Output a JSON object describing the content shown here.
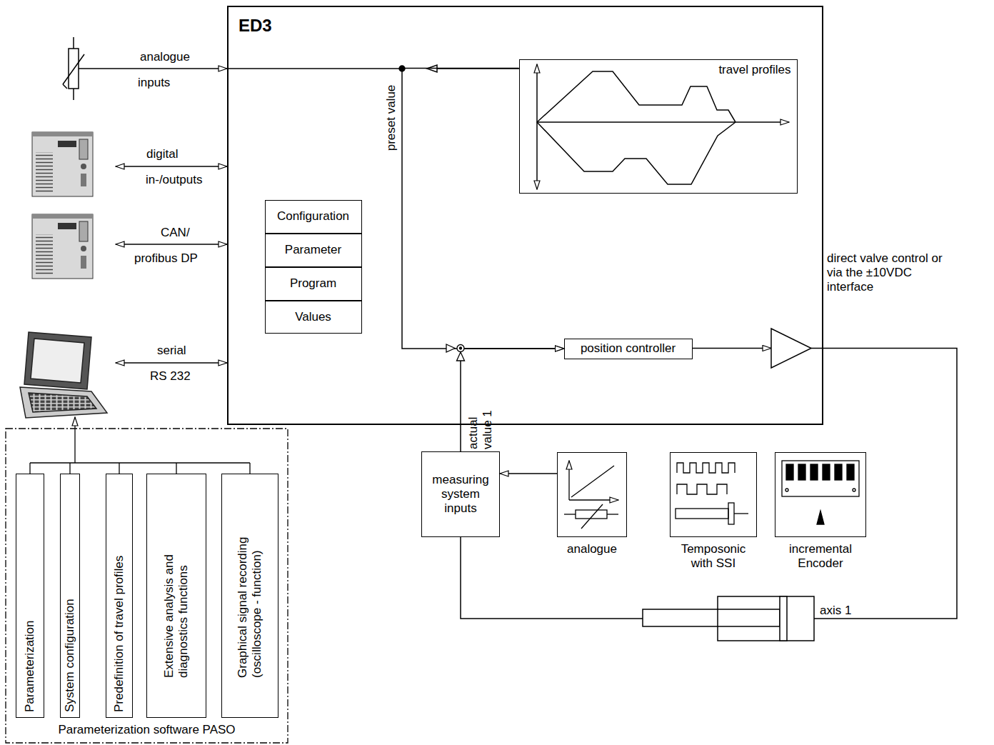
{
  "diagram": {
    "nodes": [
      {
        "text": [
          "ED3"
        ]
      },
      {
        "text": [
          "Configuration"
        ],
        "in": 0
      },
      {
        "text": [
          "Parameter"
        ],
        "in": 0
      },
      {
        "text": [
          "Program"
        ],
        "in": 0
      },
      {
        "text": [
          "Values"
        ],
        "in": 0
      },
      {
        "text": [
          "travel profiles"
        ],
        "in": 0
      },
      {
        "text": [
          "position controller"
        ],
        "in": 0
      },
      {
        "text": [
          "measuring system inputs"
        ]
      },
      {
        "text": [
          "analogue"
        ]
      },
      {
        "text": [
          "Temposonic with SSI"
        ]
      },
      {
        "text": [
          "incremental Encoder"
        ]
      },
      {
        "text": [
          "Parameterization software PASO"
        ]
      },
      {
        "text": [
          "Parameterization"
        ],
        "in": 11
      },
      {
        "text": [
          "System configuration"
        ],
        "in": 11
      },
      {
        "text": [
          "Predefinition of travel profiles"
        ],
        "in": 11
      },
      {
        "text": [
          "Extensive analysis and diagnostics functions"
        ],
        "in": 11
      },
      {
        "text": [
          "Graphical signal recording (oscilloscope - function)"
        ],
        "in": 11
      }
    ],
    "edges": [
      {
        "from": 5,
        "to": 6,
        "arrow": "to"
      },
      {
        "from": 7,
        "to": 6,
        "arrow": "to"
      },
      {
        "from": 8,
        "to": 7,
        "arrow": "to"
      }
    ],
    "labels": [
      "analogue",
      "inputs",
      "digital",
      "in-/outputs",
      "CAN/",
      "profibus DP",
      "serial",
      "RS 232",
      "preset value",
      "actual value 1",
      "direct valve control or via the ±10VDC interface",
      "axis 1"
    ]
  }
}
